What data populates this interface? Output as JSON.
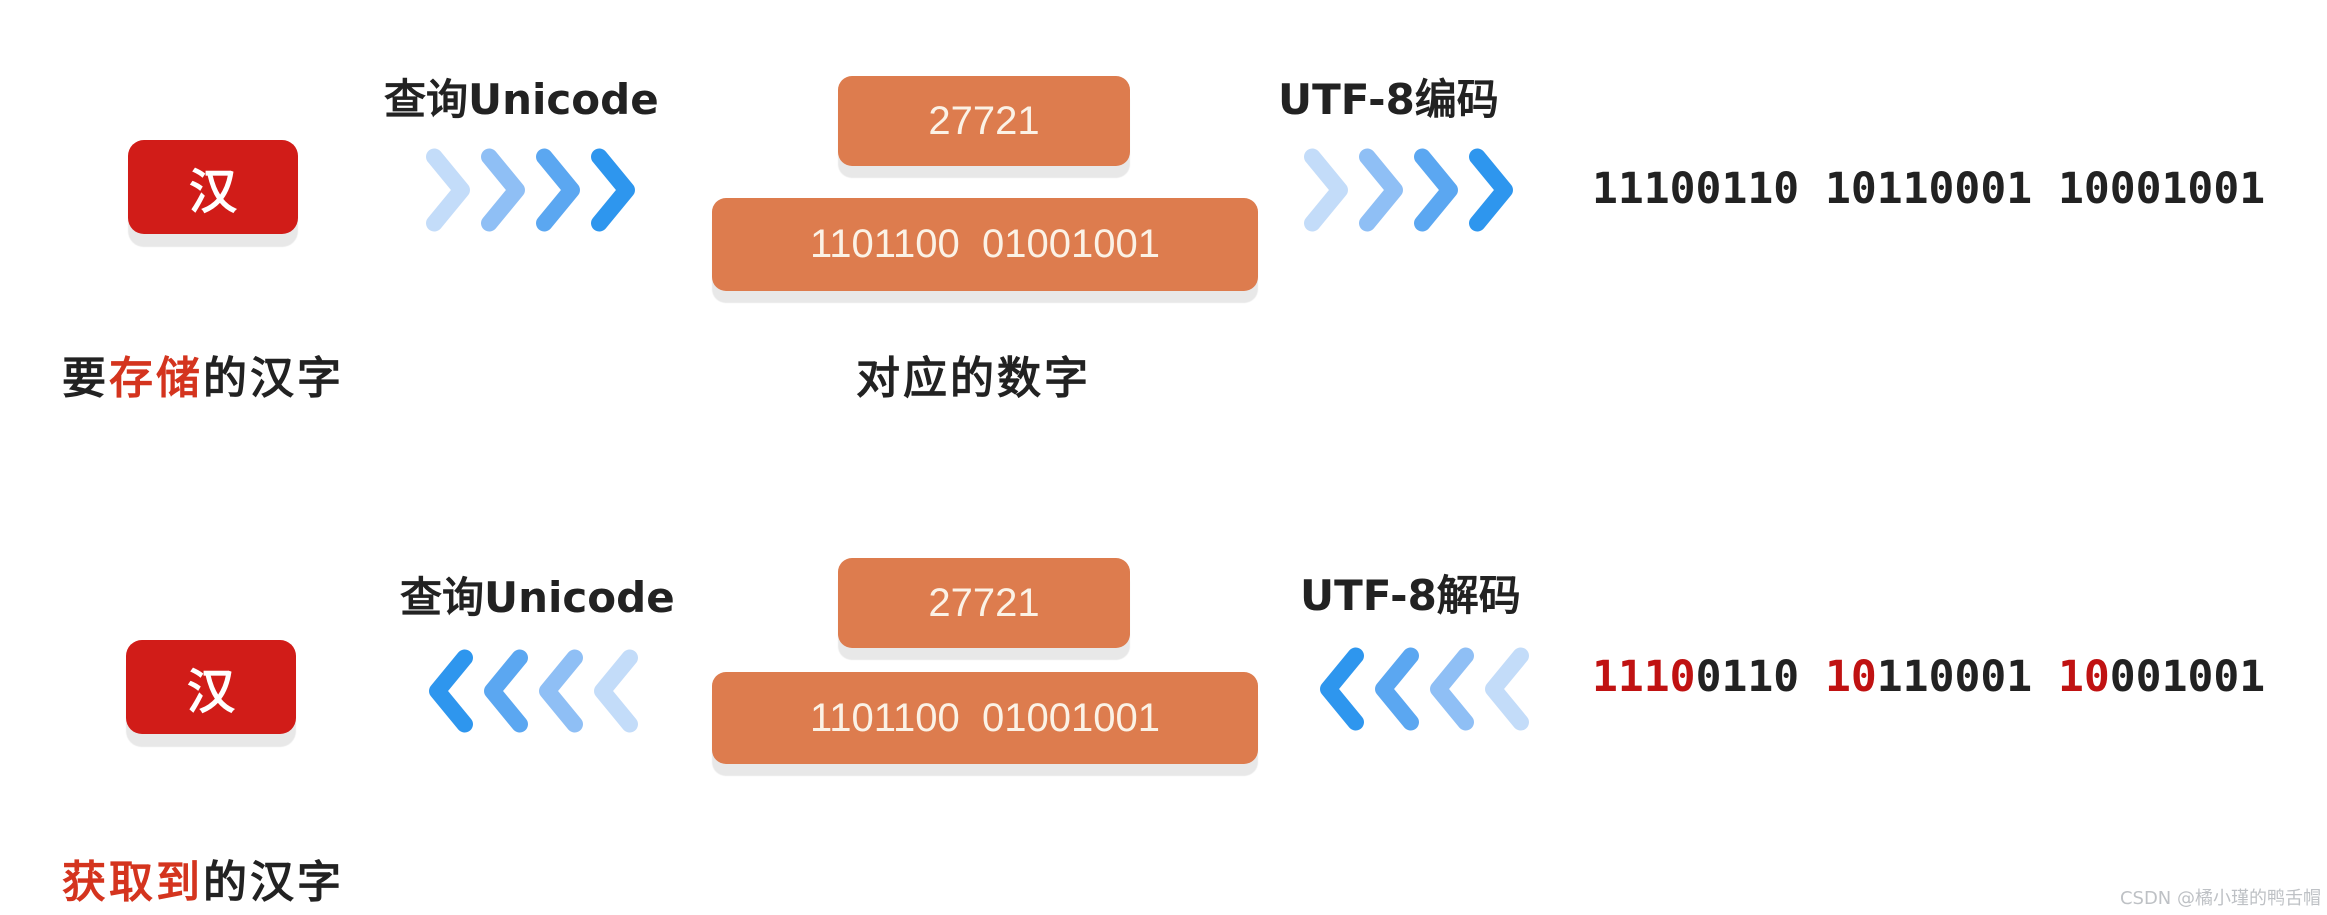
{
  "colors": {
    "red_box": "#d11c18",
    "red_text": "#d4341e",
    "red_binary": "#c01212",
    "orange": "#dd7c4e",
    "cream": "#fbf2e6",
    "ink": "#222222",
    "shadow": "#e8e8e8",
    "watermark": "#a9adb2",
    "chevrons": [
      "#c3dcf9",
      "#8fbff5",
      "#5ba7f1",
      "#2e96ee"
    ]
  },
  "encode": {
    "char": "汉",
    "step1_label": "查询Unicode",
    "unicode_decimal": "27721",
    "unicode_binary": "1101100  01001001",
    "step2_label": "UTF-8编码",
    "utf8_binary": "11100110 10110001 10001001",
    "caption_parts": [
      {
        "text": "要",
        "red": false
      },
      {
        "text": "存储",
        "red": true
      },
      {
        "text": "的汉字",
        "red": false
      }
    ]
  },
  "captions": {
    "middle": "对应的数字"
  },
  "decode": {
    "char": "汉",
    "step1_label": "查询Unicode",
    "unicode_decimal": "27721",
    "unicode_binary": "1101100  01001001",
    "step2_label": "UTF-8解码",
    "utf8_binary_parts": [
      {
        "text": "1110",
        "red": true
      },
      {
        "text": "0110 ",
        "red": false
      },
      {
        "text": "10",
        "red": true
      },
      {
        "text": "110001 ",
        "red": false
      },
      {
        "text": "10",
        "red": true
      },
      {
        "text": "001001",
        "red": false
      }
    ],
    "caption_parts": [
      {
        "text": "获取到",
        "red": true
      },
      {
        "text": "的汉字",
        "red": false
      }
    ]
  },
  "watermark": {
    "text": "CSDN @橘小瑾的鸭舌帽"
  }
}
